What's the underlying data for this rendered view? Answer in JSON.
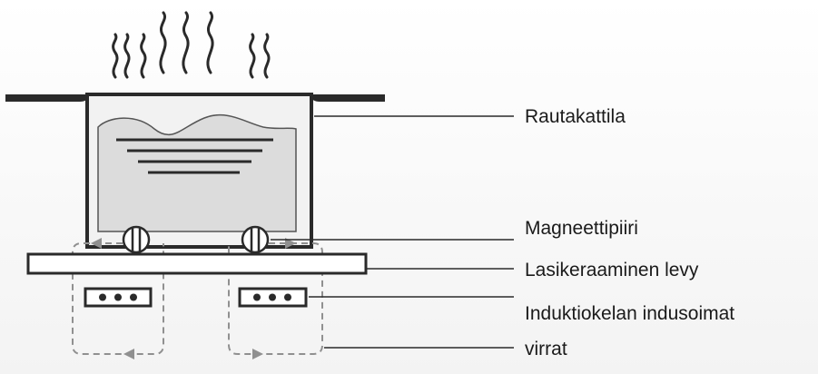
{
  "labels": {
    "pot": "Rautakattila",
    "magnetic_circuit": "Magneettipiiri",
    "glass_plate": "Lasikeraaminen levy",
    "induced_currents_line1": "Induktiokelan indusoimat",
    "induced_currents_line2": "virrat"
  },
  "colors": {
    "ink": "#2a2a2a",
    "liquid": "#dcdcdc",
    "wall": "#f2f2f2",
    "flux_dash": "#909090",
    "background_top": "#ffffff",
    "background_bottom": "#f4f4f4"
  }
}
